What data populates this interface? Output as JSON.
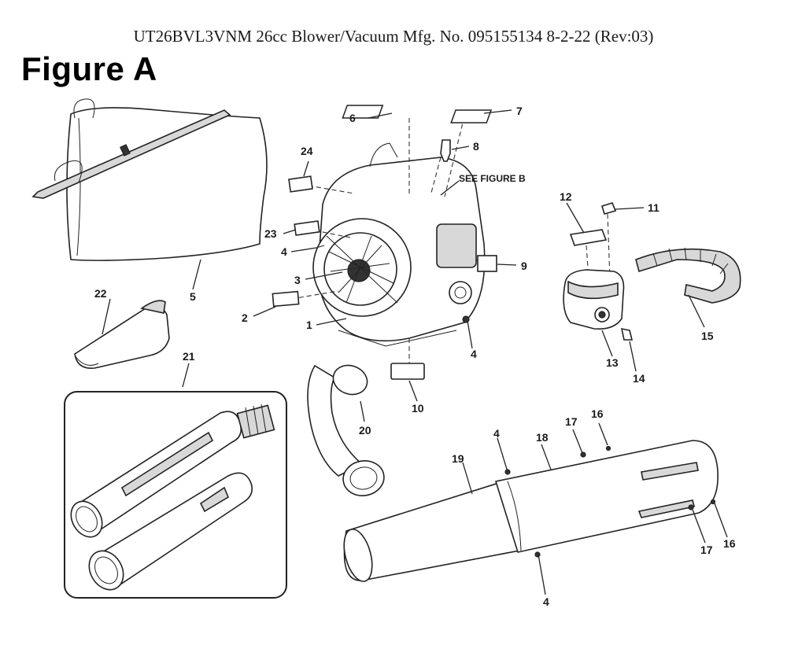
{
  "header": {
    "title": "UT26BVL3VNM 26cc Blower/Vacuum Mfg. No. 095155134 8-2-22 (Rev:03)",
    "figure_title": "Figure A"
  },
  "diagram": {
    "note": "SEE FIGURE B",
    "labels": {
      "l1": "1",
      "l2": "2",
      "l3": "3",
      "l4a": "4",
      "l4b": "4",
      "l4c": "4",
      "l4d": "4",
      "l5": "5",
      "l6": "6",
      "l7": "7",
      "l8": "8",
      "l9": "9",
      "l10": "10",
      "l11": "11",
      "l12": "12",
      "l13": "13",
      "l14": "14",
      "l15": "15",
      "l16a": "16",
      "l16b": "16",
      "l17a": "17",
      "l17b": "17",
      "l18": "18",
      "l19": "19",
      "l20": "20",
      "l21": "21",
      "l22": "22",
      "l23": "23",
      "l24": "24"
    }
  }
}
